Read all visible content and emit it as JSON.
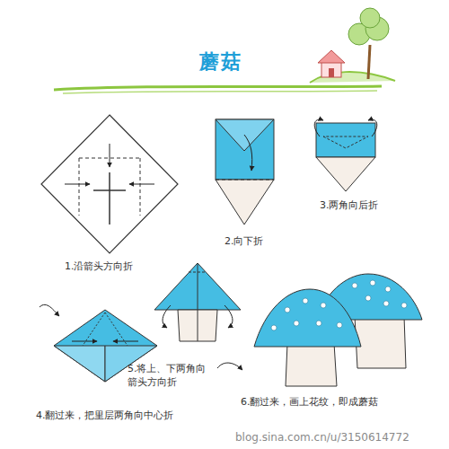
{
  "diagram": {
    "title": "蘑菇",
    "labels": [
      "1.沿箭头方向折",
      "2.向下折",
      "3.两角向后折",
      "4.翻过来，把里层两角向中心折",
      "5.将上、下两角向箭头方向折",
      "6.翻过来，画上花纹，即成蘑菇",
      "blog.sina.com.cn/u/3150614772"
    ]
  }
}
